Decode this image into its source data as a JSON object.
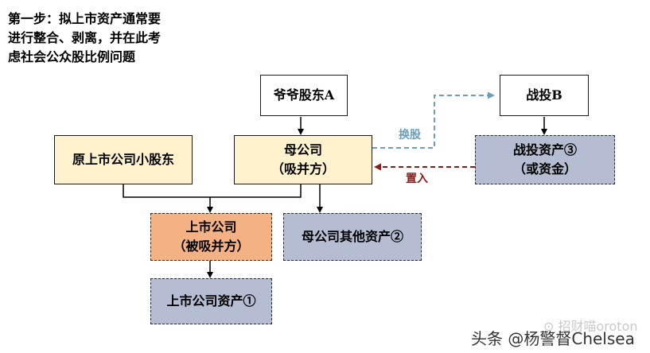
{
  "heading": {
    "line1": "第一步：拟上市资产通常要",
    "line2": "进行整合、剥离，并在此考",
    "line3": "虑社会公众股比例问题"
  },
  "nodes": {
    "grandpa": "爷爷股东A",
    "strategic_b": "战投B",
    "minority": "原上市公司小股东",
    "parent_line1": "母公司",
    "parent_line2": "（吸并方）",
    "strategic_assets_line1": "战投资产③",
    "strategic_assets_line2": "（或资金）",
    "listed_line1": "上市公司",
    "listed_line2": "（被吸并方）",
    "parent_other_assets": "母公司其他资产②",
    "listed_assets": "上市公司资产①"
  },
  "edges": {
    "swap_label": "换股",
    "inject_label": "置入"
  },
  "colors": {
    "yellow_fill": "#fff2cc",
    "gray_fill": "#b4bdd1",
    "orange_fill": "#f4b183",
    "swap_arrow": "#6d9fbd",
    "inject_arrow": "#8b1a1a"
  },
  "watermarks": {
    "qr_text": "招财喵oroton",
    "platform": "头条 @杨警督Chelsea"
  }
}
